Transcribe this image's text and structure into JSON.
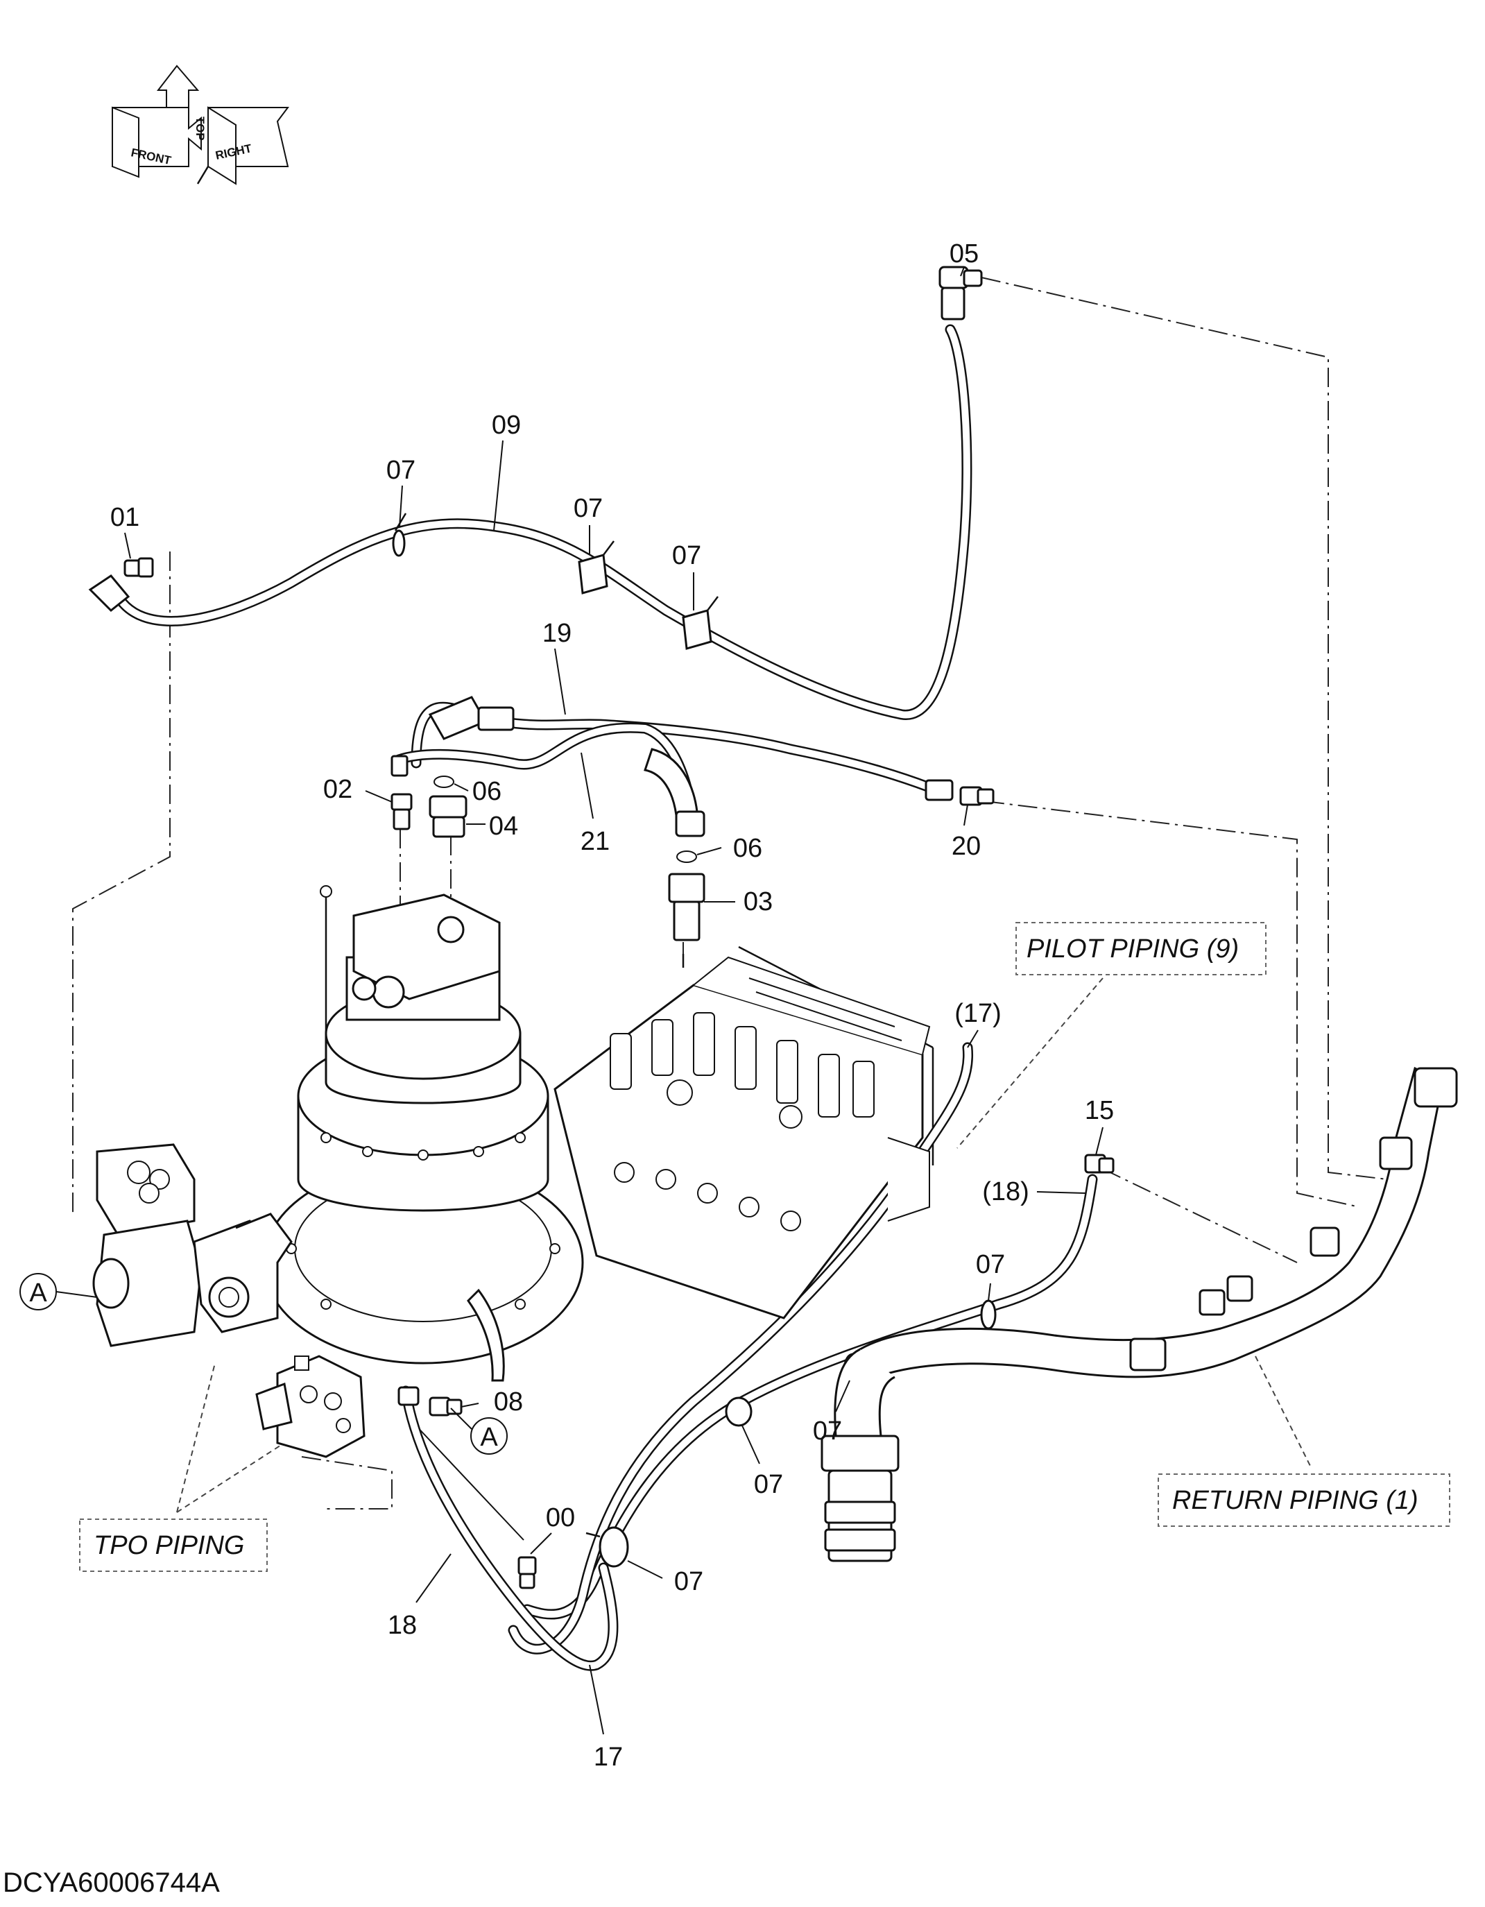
{
  "drawing_code": "DCYA60006744A",
  "orientation_symbol": {
    "labels": [
      "TOP",
      "FRONT",
      "RIGHT"
    ]
  },
  "reference_boxes": {
    "pilot_piping": "PILOT PIPING (9)",
    "return_piping": "RETURN PIPING (1)",
    "tpo_piping": "TPO PIPING"
  },
  "callouts": {
    "c05": "05",
    "c09": "09",
    "c07_a": "07",
    "c01": "01",
    "c07_b": "07",
    "c07_c": "07",
    "c19": "19",
    "c02": "02",
    "c06_a": "06",
    "c04": "04",
    "c21": "21",
    "c20": "20",
    "c06_b": "06",
    "c03": "03",
    "c17_ref": "(17)",
    "c15": "15",
    "c18_ref": "(18)",
    "c07_d": "07",
    "c07_e": "07",
    "c07_f": "07",
    "c08": "08",
    "c00": "00",
    "c07_g": "07",
    "c18": "18",
    "c17": "17"
  },
  "connection_markers": [
    "A",
    "A"
  ]
}
